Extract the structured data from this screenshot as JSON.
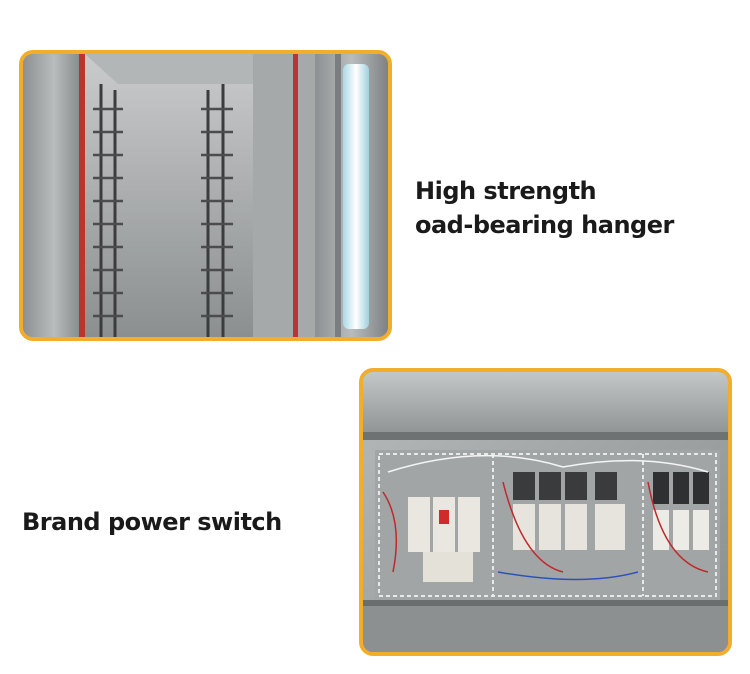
{
  "captions": {
    "hanger_line1": "High strength",
    "hanger_line2": "oad-bearing hanger",
    "switch": "Brand power switch"
  },
  "photos": {
    "hanger_photo": "oven-interior-rack-photo",
    "switch_photo": "electrical-control-panel-photo"
  },
  "colors": {
    "frame_border": "#f2ad2b",
    "caption_text": "#1a1a1a"
  }
}
